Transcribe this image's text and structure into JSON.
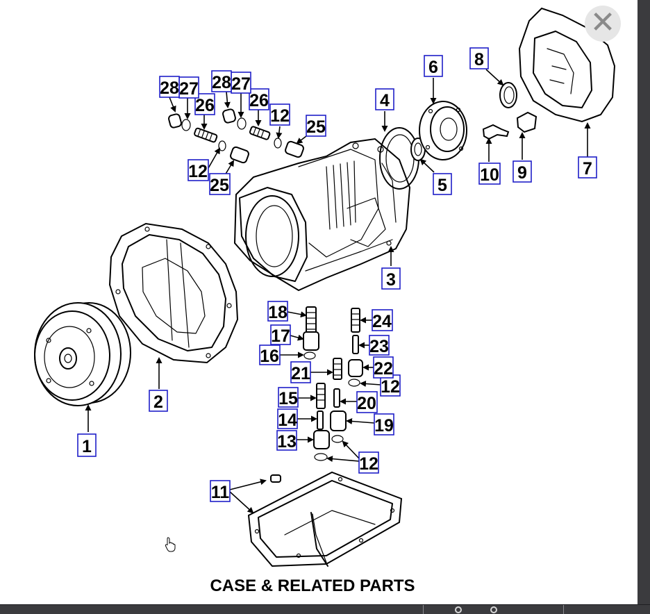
{
  "diagram": {
    "caption": "CASE & RELATED PARTS",
    "callouts": [
      "1",
      "2",
      "3",
      "4",
      "5",
      "6",
      "7",
      "8",
      "9",
      "10",
      "11",
      "12",
      "13",
      "14",
      "15",
      "16",
      "17",
      "18",
      "19",
      "20",
      "21",
      "22",
      "23",
      "24",
      "25",
      "26",
      "27",
      "28"
    ]
  },
  "colors": {
    "callout_border": "#1e1ec8",
    "background": "#ffffff",
    "chrome_dark": "#3b3b3e",
    "close_button_bg": "#e6e6e6"
  },
  "icons": {
    "close": "close-icon",
    "cursor": "hand-pointer-icon"
  }
}
